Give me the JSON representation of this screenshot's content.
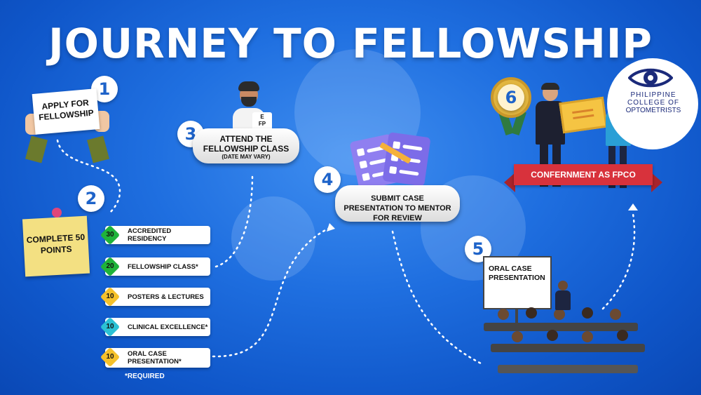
{
  "title": "JOURNEY TO FELLOWSHIP",
  "steps": {
    "s1": {
      "number": "1",
      "label": "APPLY FOR FELLOWSHIP"
    },
    "s2": {
      "number": "2",
      "label": "COMPLETE 50 POINTS"
    },
    "s3": {
      "number": "3",
      "label": "ATTEND THE FELLOWSHIP CLASS",
      "note": "(DATE MAY VARY)"
    },
    "s4": {
      "number": "4",
      "label": "SUBMIT CASE PRESENTATION TO MENTOR FOR REVIEW"
    },
    "s5": {
      "number": "5",
      "label": "ORAL CASE PRESENTATION"
    },
    "s6": {
      "number": "6",
      "label": "CONFERNMENT AS FPCO"
    }
  },
  "points": [
    {
      "value": "30",
      "label": "ACCREDITED RESIDENCY",
      "color": "#1fb33a"
    },
    {
      "value": "20",
      "label": "FELLOWSHIP CLASS*",
      "color": "#1fb33a"
    },
    {
      "value": "10",
      "label": "POSTERS & LECTURES",
      "color": "#f5c12b"
    },
    {
      "value": "10",
      "label": "CLINICAL EXCELLENCE*",
      "color": "#2bc1d4"
    },
    {
      "value": "10",
      "label": "ORAL CASE PRESENTATION*",
      "color": "#f5c12b"
    }
  ],
  "required_note": "*REQUIRED",
  "logo": {
    "line1": "PHILIPPINE",
    "line2": "COLLEGE OF",
    "line3": "OPTOMETRISTS",
    "icon": "eye-icon",
    "color": "#1b2a7a"
  },
  "colors": {
    "background": "#1f6fe0",
    "banner": "#d8323c",
    "accent": "#1e63c9"
  }
}
